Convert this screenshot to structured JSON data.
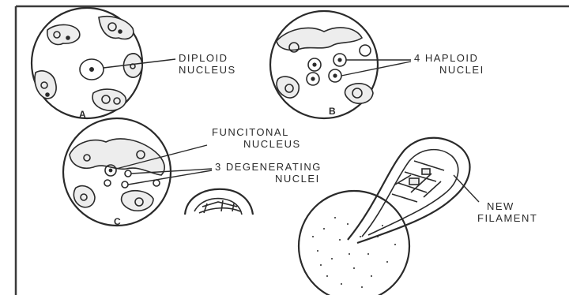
{
  "panels": {
    "a": {
      "letter": "A",
      "label_line1": "DIPLOID",
      "label_line2": "NUCLEUS"
    },
    "b": {
      "letter": "B",
      "label_line1": "4 HAPLOID",
      "label_line2": "NUCLEI"
    },
    "c": {
      "letter": "C",
      "functional_line1": "FUNCITONAL",
      "functional_line2": "NUCLEUS",
      "degenerating_line1": "3 DEGENERATING",
      "degenerating_line2": "NUCLEI"
    },
    "d": {
      "label_line1": "NEW",
      "label_line2": "FILAMENT"
    }
  },
  "colors": {
    "ink": "#2a2a2a",
    "background": "#ffffff",
    "frame": "#3a3a3a"
  }
}
